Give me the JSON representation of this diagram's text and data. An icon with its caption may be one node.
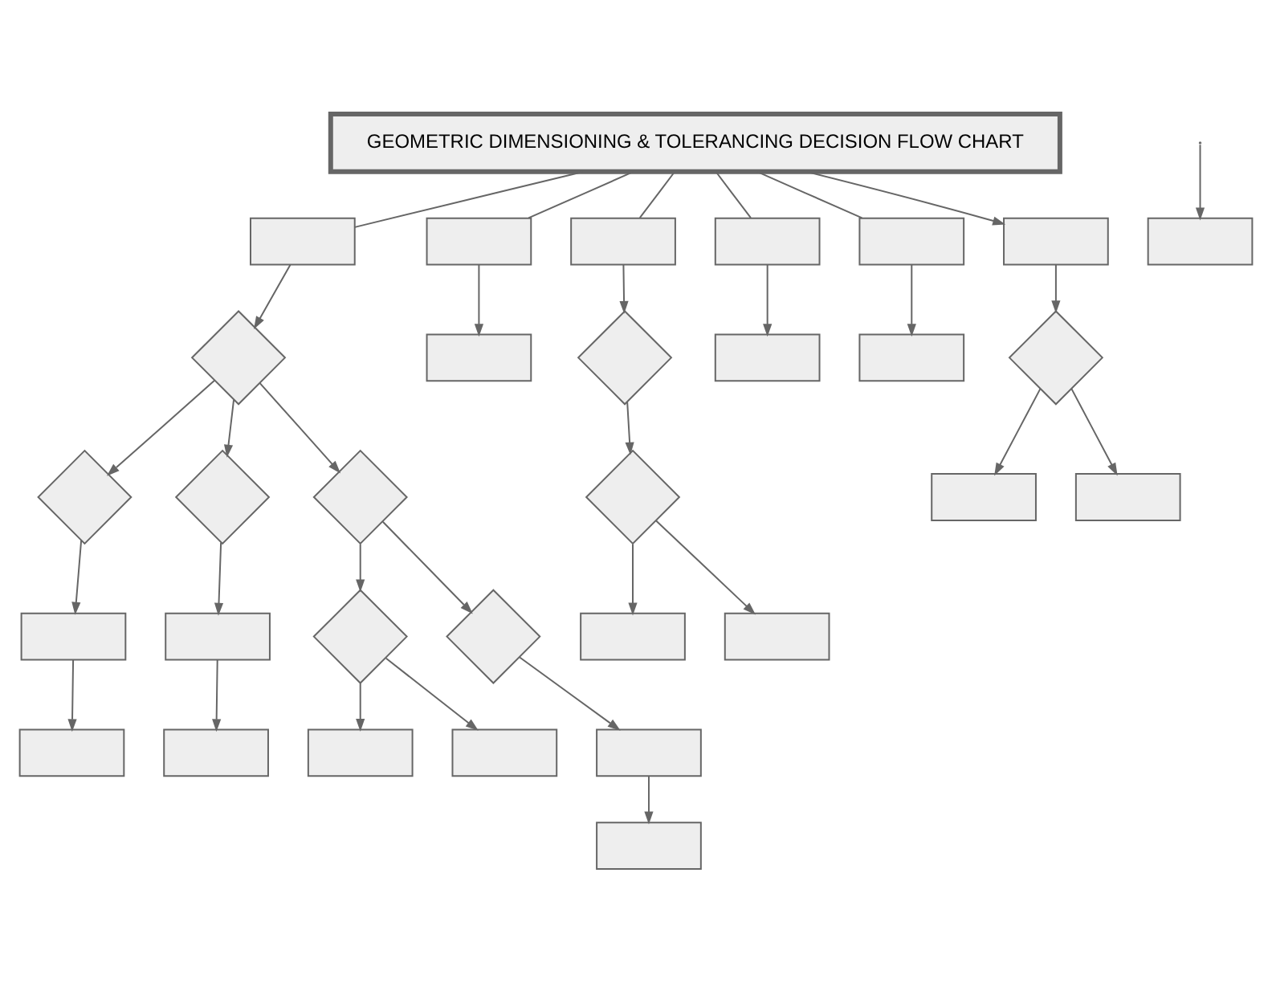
{
  "diagram": {
    "nodes": [
      {
        "text": [
          "GEOMETRIC DIMENSIONING & TOLERANCING DECISION FLOW CHART"
        ]
      },
      {
        "text": [],
        "shape": "box"
      },
      {
        "text": [],
        "shape": "box"
      },
      {
        "text": [],
        "shape": "box"
      },
      {
        "text": [],
        "shape": "box"
      },
      {
        "text": [],
        "shape": "box"
      },
      {
        "text": [],
        "shape": "diamond"
      },
      {
        "text": [],
        "shape": "diamond"
      },
      {
        "text": [],
        "shape": "diamond"
      },
      {
        "text": [],
        "shape": "box"
      },
      {
        "text": [],
        "shape": "box"
      },
      {
        "text": [],
        "shape": "box"
      },
      {
        "text": [],
        "shape": "box"
      },
      {
        "text": [],
        "shape": "box"
      },
      {
        "text": [],
        "shape": "diamond"
      },
      {
        "text": [],
        "shape": "diamond"
      },
      {
        "text": [],
        "shape": "diamond"
      },
      {
        "text": [],
        "shape": "box"
      },
      {
        "text": [],
        "shape": "box"
      },
      {
        "text": [],
        "shape": "box"
      },
      {
        "text": [],
        "shape": "box"
      },
      {
        "text": [],
        "shape": "diamond"
      },
      {
        "text": [],
        "shape": "diamond"
      },
      {
        "text": [],
        "shape": "box"
      },
      {
        "text": [],
        "shape": "box"
      },
      {
        "text": [],
        "shape": "box"
      },
      {
        "text": [],
        "shape": "box"
      },
      {
        "text": [],
        "shape": "box"
      },
      {
        "text": [],
        "shape": "diamond"
      },
      {
        "text": [],
        "shape": "box"
      },
      {
        "text": [],
        "shape": "box"
      },
      {
        "text": [],
        "shape": "box"
      }
    ],
    "edges": [
      {
        "from": 0,
        "to": 1,
        "arrow": "none"
      },
      {
        "from": 0,
        "to": 2,
        "arrow": "none"
      },
      {
        "from": 0,
        "to": 3,
        "arrow": "none"
      },
      {
        "from": 0,
        "to": 4,
        "arrow": "none"
      },
      {
        "from": 0,
        "to": 5,
        "arrow": "none"
      },
      {
        "from": 0,
        "to": 27,
        "arrow": "to"
      },
      {
        "from": 1,
        "to": 6,
        "arrow": "to"
      },
      {
        "from": 6,
        "to": 7,
        "arrow": "to"
      },
      {
        "from": 6,
        "to": 8,
        "arrow": "to"
      },
      {
        "from": 6,
        "to": 14,
        "arrow": "to"
      },
      {
        "from": 7,
        "to": 9,
        "arrow": "to"
      },
      {
        "from": 8,
        "to": 11,
        "arrow": "to"
      },
      {
        "from": 9,
        "to": 10,
        "arrow": "to"
      },
      {
        "from": 11,
        "to": 12,
        "arrow": "to"
      },
      {
        "from": 2,
        "to": 13,
        "arrow": "to"
      },
      {
        "from": 14,
        "to": 15,
        "arrow": "to"
      },
      {
        "from": 14,
        "to": 16,
        "arrow": "to"
      },
      {
        "from": 15,
        "to": 17,
        "arrow": "to"
      },
      {
        "from": 15,
        "to": 18,
        "arrow": "to"
      },
      {
        "from": 16,
        "to": 19,
        "arrow": "to"
      },
      {
        "from": 19,
        "to": 20,
        "arrow": "to"
      },
      {
        "from": 3,
        "to": 21,
        "arrow": "to"
      },
      {
        "from": 21,
        "to": 22,
        "arrow": "to"
      },
      {
        "from": 22,
        "to": 23,
        "arrow": "to"
      },
      {
        "from": 22,
        "to": 24,
        "arrow": "to"
      },
      {
        "from": 4,
        "to": 25,
        "arrow": "to"
      },
      {
        "from": null,
        "to": 26,
        "arrow": "to"
      },
      {
        "from": 27,
        "to": 28,
        "arrow": "to"
      },
      {
        "from": 28,
        "to": 29,
        "arrow": "to"
      },
      {
        "from": 28,
        "to": 30,
        "arrow": "to"
      },
      {
        "from": 5,
        "to": 31,
        "arrow": "to"
      }
    ]
  }
}
